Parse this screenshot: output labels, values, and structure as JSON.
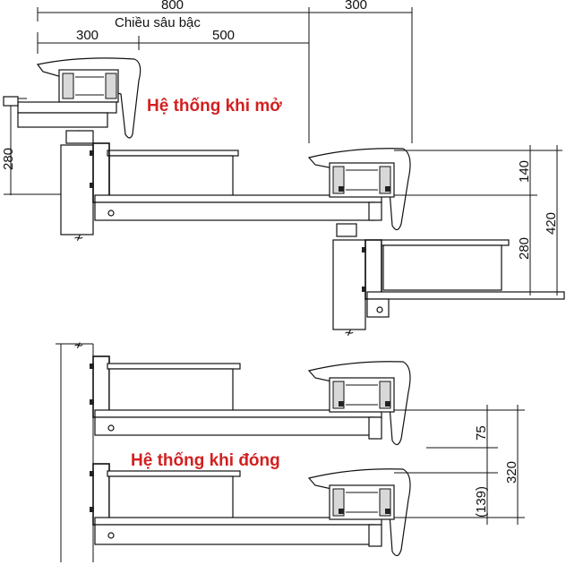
{
  "dimensions": {
    "top_total": "800",
    "top_right": "300",
    "depth_label": "Chiều sâu bậc",
    "seg_left": "300",
    "seg_middle": "500",
    "left_height": "280",
    "right_140": "140",
    "right_280": "280",
    "right_420": "420",
    "closed_75": "75",
    "closed_320": "320",
    "closed_139": "(139)"
  },
  "captions": {
    "open": "Hệ thống khi mở",
    "closed": "Hệ thống khi đóng"
  },
  "colors": {
    "caption": "#d22020",
    "line": "#111111"
  }
}
